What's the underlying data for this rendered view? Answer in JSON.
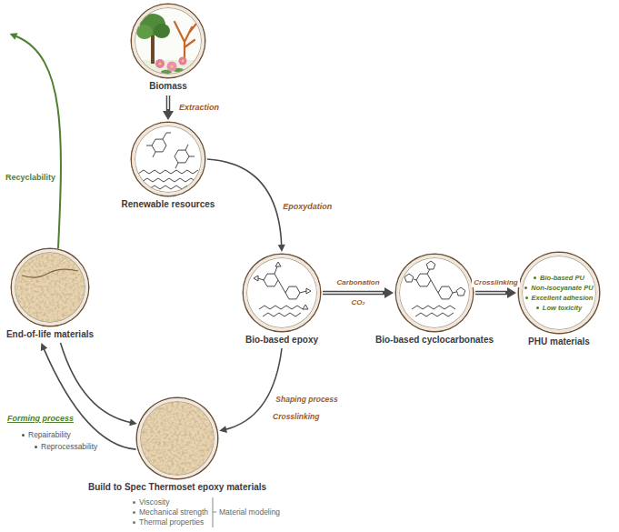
{
  "diagram": {
    "nodes": [
      {
        "text": [
          "Biomass"
        ]
      },
      {
        "text": [
          "Renewable resources"
        ]
      },
      {
        "text": [
          "Bio-based epoxy"
        ]
      },
      {
        "text": [
          "Bio-based cyclocarbonates"
        ]
      },
      {
        "text": [
          "Bio-based PU",
          "Non-isocyanate PU",
          "Excellent adhesion",
          "Low toxicity",
          "PHU materials"
        ]
      },
      {
        "text": [
          "End-of-life materials"
        ]
      },
      {
        "text": [
          "Build to Spec Thermoset epoxy materials"
        ]
      }
    ],
    "edges": [
      {
        "from": 0,
        "to": 1,
        "label": "Extraction",
        "arrow": "to"
      },
      {
        "from": 1,
        "to": 2,
        "label": "Epoxydation",
        "arrow": "to"
      },
      {
        "from": 2,
        "to": 3,
        "label": "Carbonation",
        "arrow": "to"
      },
      {
        "from": 3,
        "to": 4,
        "label": "Crosslinking",
        "arrow": "to"
      },
      {
        "from": 2,
        "to": 6,
        "label": "Shaping process",
        "arrow": "to"
      },
      {
        "from": 5,
        "to": 6,
        "arrow": "to"
      },
      {
        "from": 6,
        "to": 5,
        "arrow": "to"
      }
    ],
    "labels": [
      "Recyclability",
      "CO₂",
      "Crosslinking",
      "Forming process",
      "Repairability",
      "Reprocessability",
      "Viscosity",
      "Mechanical strength",
      "Thermal properties",
      "Material modeling"
    ]
  }
}
